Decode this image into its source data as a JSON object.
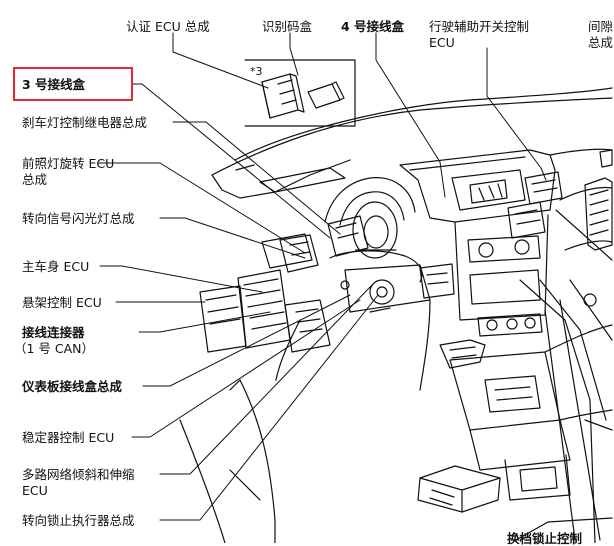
{
  "labels": {
    "certification_ecu": "认证 ECU 总成",
    "id_code_box": "识别码盒",
    "jb4": "4 号接线盒",
    "driving_support_switch": "行驶辅助开关控制",
    "driving_support_switch_2": "ECU",
    "gap_top": "间隙",
    "gap_bottom": "总成",
    "jb3": "3 号接线盒",
    "stop_lamp_relay": "刹车灯控制继电器总成",
    "headlamp_swivel_1": "前照灯旋转 ECU",
    "headlamp_swivel_2": "总成",
    "turn_flasher": "转向信号闪光灯总成",
    "main_body_ecu": "主车身 ECU",
    "suspension_ecu": "悬架控制 ECU",
    "junction_connector": "接线连接器",
    "junction_connector_sub": "（1 号 CAN）",
    "instrument_panel_jb": "仪表板接线盒总成",
    "stabilizer_ecu": "稳定器控制 ECU",
    "multiplex_tilt_1": "多路网络倾斜和伸缩",
    "multiplex_tilt_2": "ECU",
    "steering_lock_actuator": "转向锁止执行器总成",
    "shift_lock_control": "换档锁止控制",
    "star_mark": "*3"
  },
  "highlight": {
    "target": "jb3",
    "color": "#e8262b"
  },
  "colors": {
    "line": "#111111",
    "background": "#ffffff"
  }
}
